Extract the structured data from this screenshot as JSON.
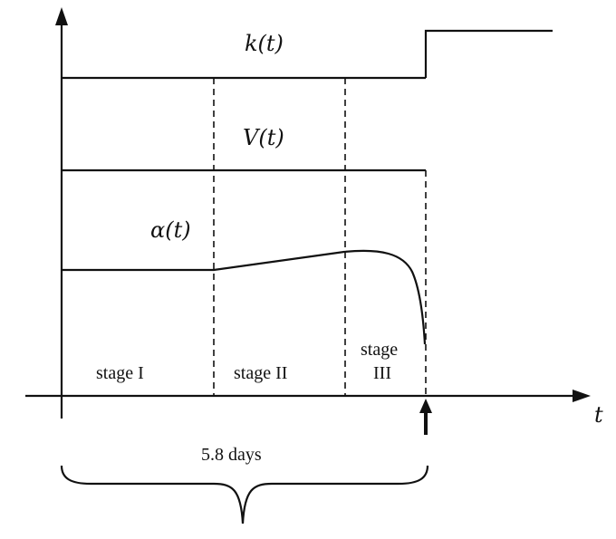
{
  "labels": {
    "k": "k(t)",
    "v": "V(t)",
    "alpha": "α(t)",
    "t_axis": "t",
    "stage1": "stage I",
    "stage2": "stage II",
    "stage3_line1": "stage",
    "stage3_line2": "III",
    "duration": "5.8 days"
  }
}
